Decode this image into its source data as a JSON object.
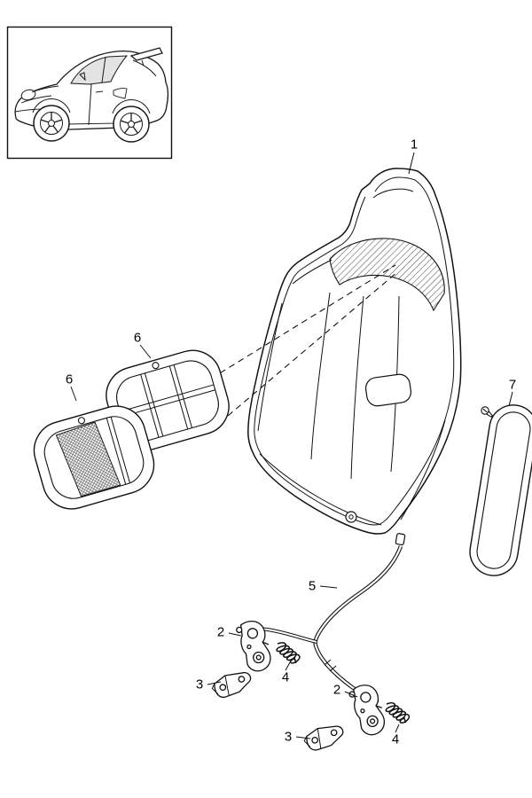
{
  "diagram": {
    "type": "parts-diagram",
    "colors": {
      "line": "#111111",
      "background": "#ffffff",
      "glass": "#e3e3e3",
      "hatch": "#444444"
    },
    "thumbnail_icon": "car-side-view-icon"
  },
  "callouts": {
    "backrest_shell": {
      "label": "1"
    },
    "latch_left": {
      "label": "2"
    },
    "latch_right": {
      "label": "2"
    },
    "bracket_left": {
      "label": "3"
    },
    "bracket_right": {
      "label": "3"
    },
    "spring_left": {
      "label": "4"
    },
    "spring_right": {
      "label": "4"
    },
    "cable": {
      "label": "5"
    },
    "frame_upper": {
      "label": "6"
    },
    "frame_lower": {
      "label": "6"
    },
    "side_pad": {
      "label": "7"
    }
  }
}
